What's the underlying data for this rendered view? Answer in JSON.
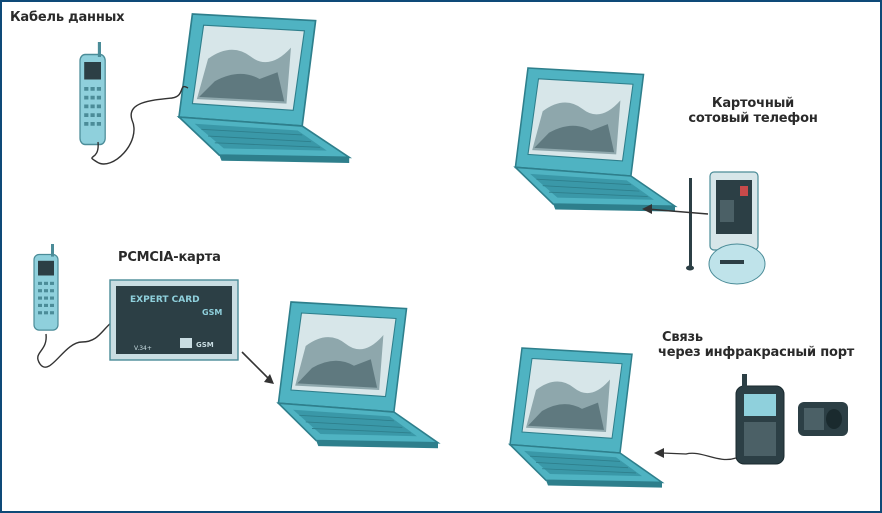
{
  "labels": {
    "data_cable": "Кабель данных",
    "card_phone_line1": "Карточный",
    "card_phone_line2": "сотовый телефон",
    "pcmcia": "PCMCIA-карта",
    "ir_line1": "Связь",
    "ir_line2": "через инфракрасный порт"
  },
  "card_text": {
    "line1": "EXPERT CARD",
    "line2": "GSM",
    "small_left": "V.34+",
    "small_right": "GSM"
  },
  "colors": {
    "border": "#0e4a78",
    "laptop_body": "#4fb3c2",
    "laptop_dark": "#2e7f8c",
    "phone_body": "#8fd0dc",
    "card_dark": "#2c3f45",
    "label_text": "#2a2a2a"
  }
}
